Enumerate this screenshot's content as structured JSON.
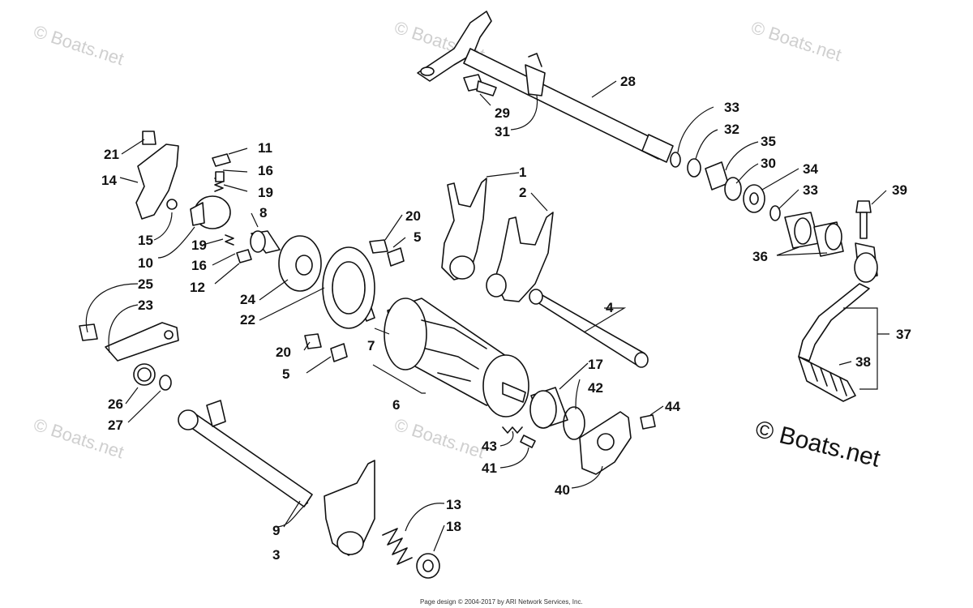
{
  "watermark": {
    "text": "© Boats.net"
  },
  "brand_mark": {
    "text": "© Boats.net"
  },
  "footer": {
    "text": "Page design © 2004-2017 by ARI Network Services, Inc."
  },
  "callouts": [
    "1",
    "2",
    "3",
    "4",
    "5",
    "5",
    "6",
    "7",
    "8",
    "9",
    "10",
    "11",
    "12",
    "13",
    "14",
    "15",
    "16",
    "16",
    "17",
    "18",
    "19",
    "19",
    "20",
    "20",
    "21",
    "22",
    "23",
    "24",
    "25",
    "26",
    "27",
    "28",
    "29",
    "30",
    "31",
    "32",
    "33",
    "33",
    "34",
    "35",
    "36",
    "37",
    "38",
    "39",
    "40",
    "41",
    "42",
    "43",
    "44"
  ]
}
